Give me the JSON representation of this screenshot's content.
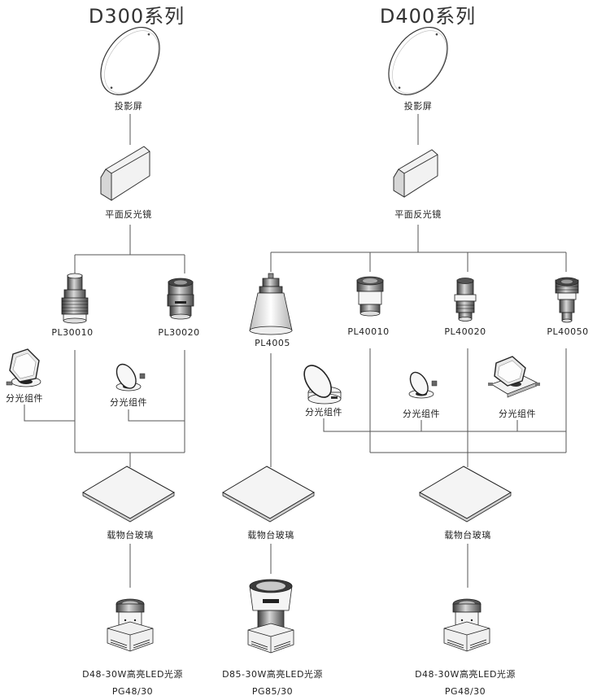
{
  "titles": {
    "d300": "D300系列",
    "d400": "D400系列"
  },
  "labels": {
    "screen": "投影屏",
    "mirror": "平面反光镜",
    "splitter": "分光组件",
    "stage_glass": "载物台玻璃",
    "pl30010": "PL30010",
    "pl30020": "PL30020",
    "pl4005": "PL4005",
    "pl40010": "PL40010",
    "pl40020": "PL40020",
    "pl40050": "PL40050",
    "led_48_name": "D48-30W高亮LED光源",
    "led_48_code": "PG48/30",
    "led_85_name": "D85-30W高亮LED光源",
    "led_85_code": "PG85/30"
  }
}
